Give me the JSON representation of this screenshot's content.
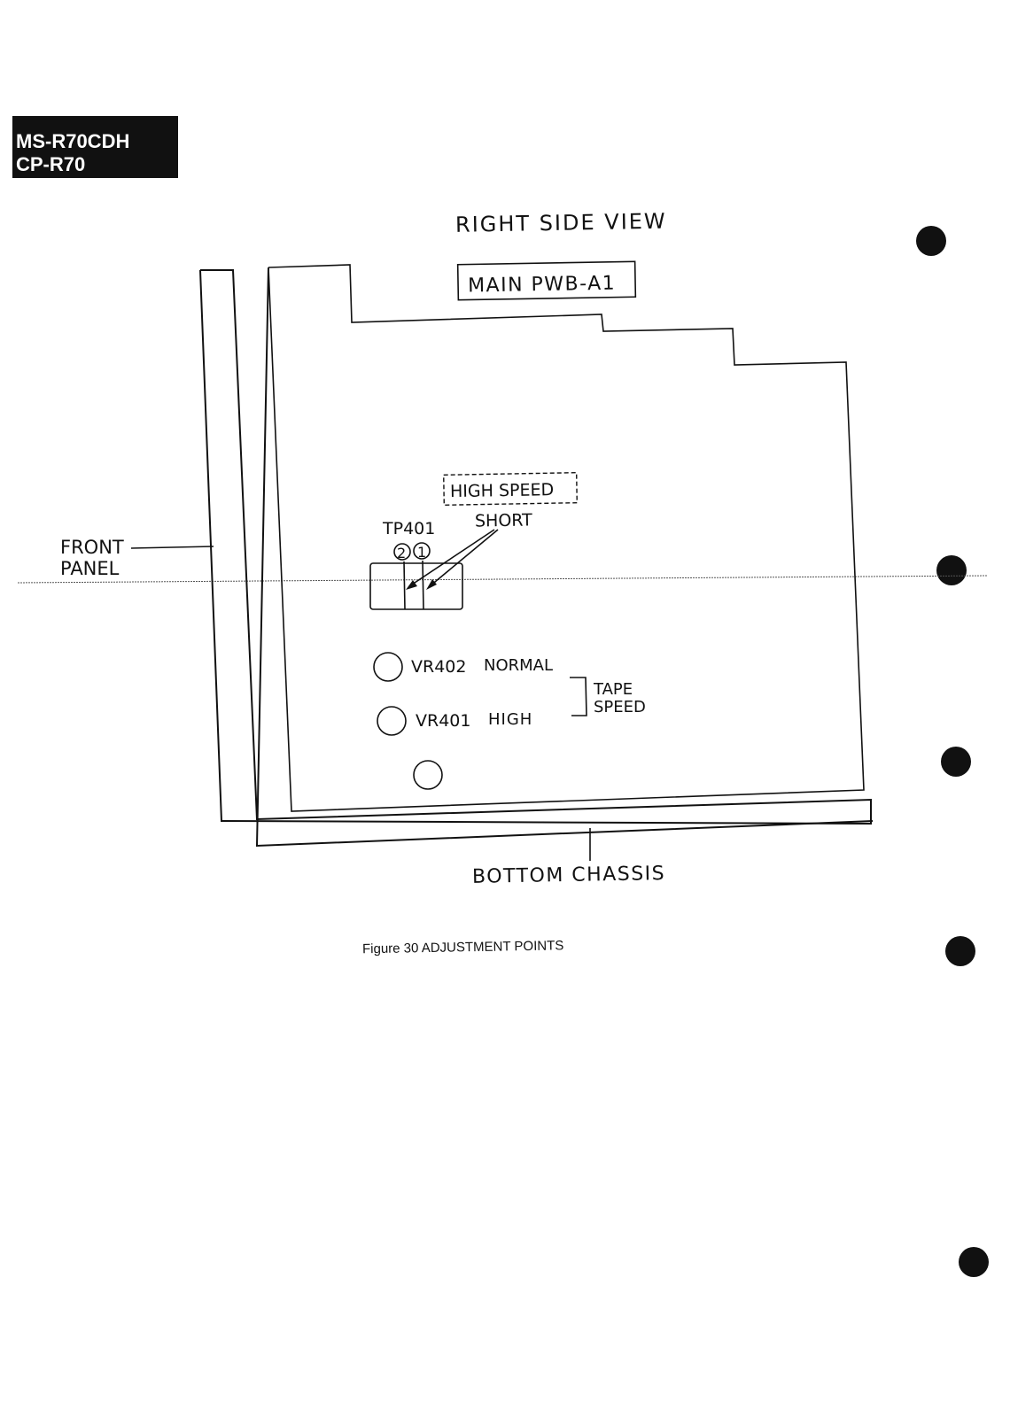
{
  "header": {
    "model_line_1": "MS-R70CDH",
    "model_line_2": "CP-R70"
  },
  "diagram": {
    "view_title": "RIGHT SIDE VIEW",
    "board_label": "MAIN PWB-A1",
    "high_speed_label": "HIGH SPEED",
    "short_label": "SHORT",
    "test_point_label": "TP401",
    "pin_2_label": "2",
    "pin_1_label": "1",
    "front_panel_line_1": "FRONT",
    "front_panel_line_2": "PANEL",
    "vr402_label": "VR402",
    "vr402_mode": "NORMAL",
    "vr401_label": "VR401",
    "vr401_mode": "HIGH",
    "tape_speed_line_1": "TAPE",
    "tape_speed_line_2": "SPEED",
    "bottom_chassis_label": "BOTTOM CHASSIS",
    "caption": "Figure 30 ADJUSTMENT POINTS"
  }
}
